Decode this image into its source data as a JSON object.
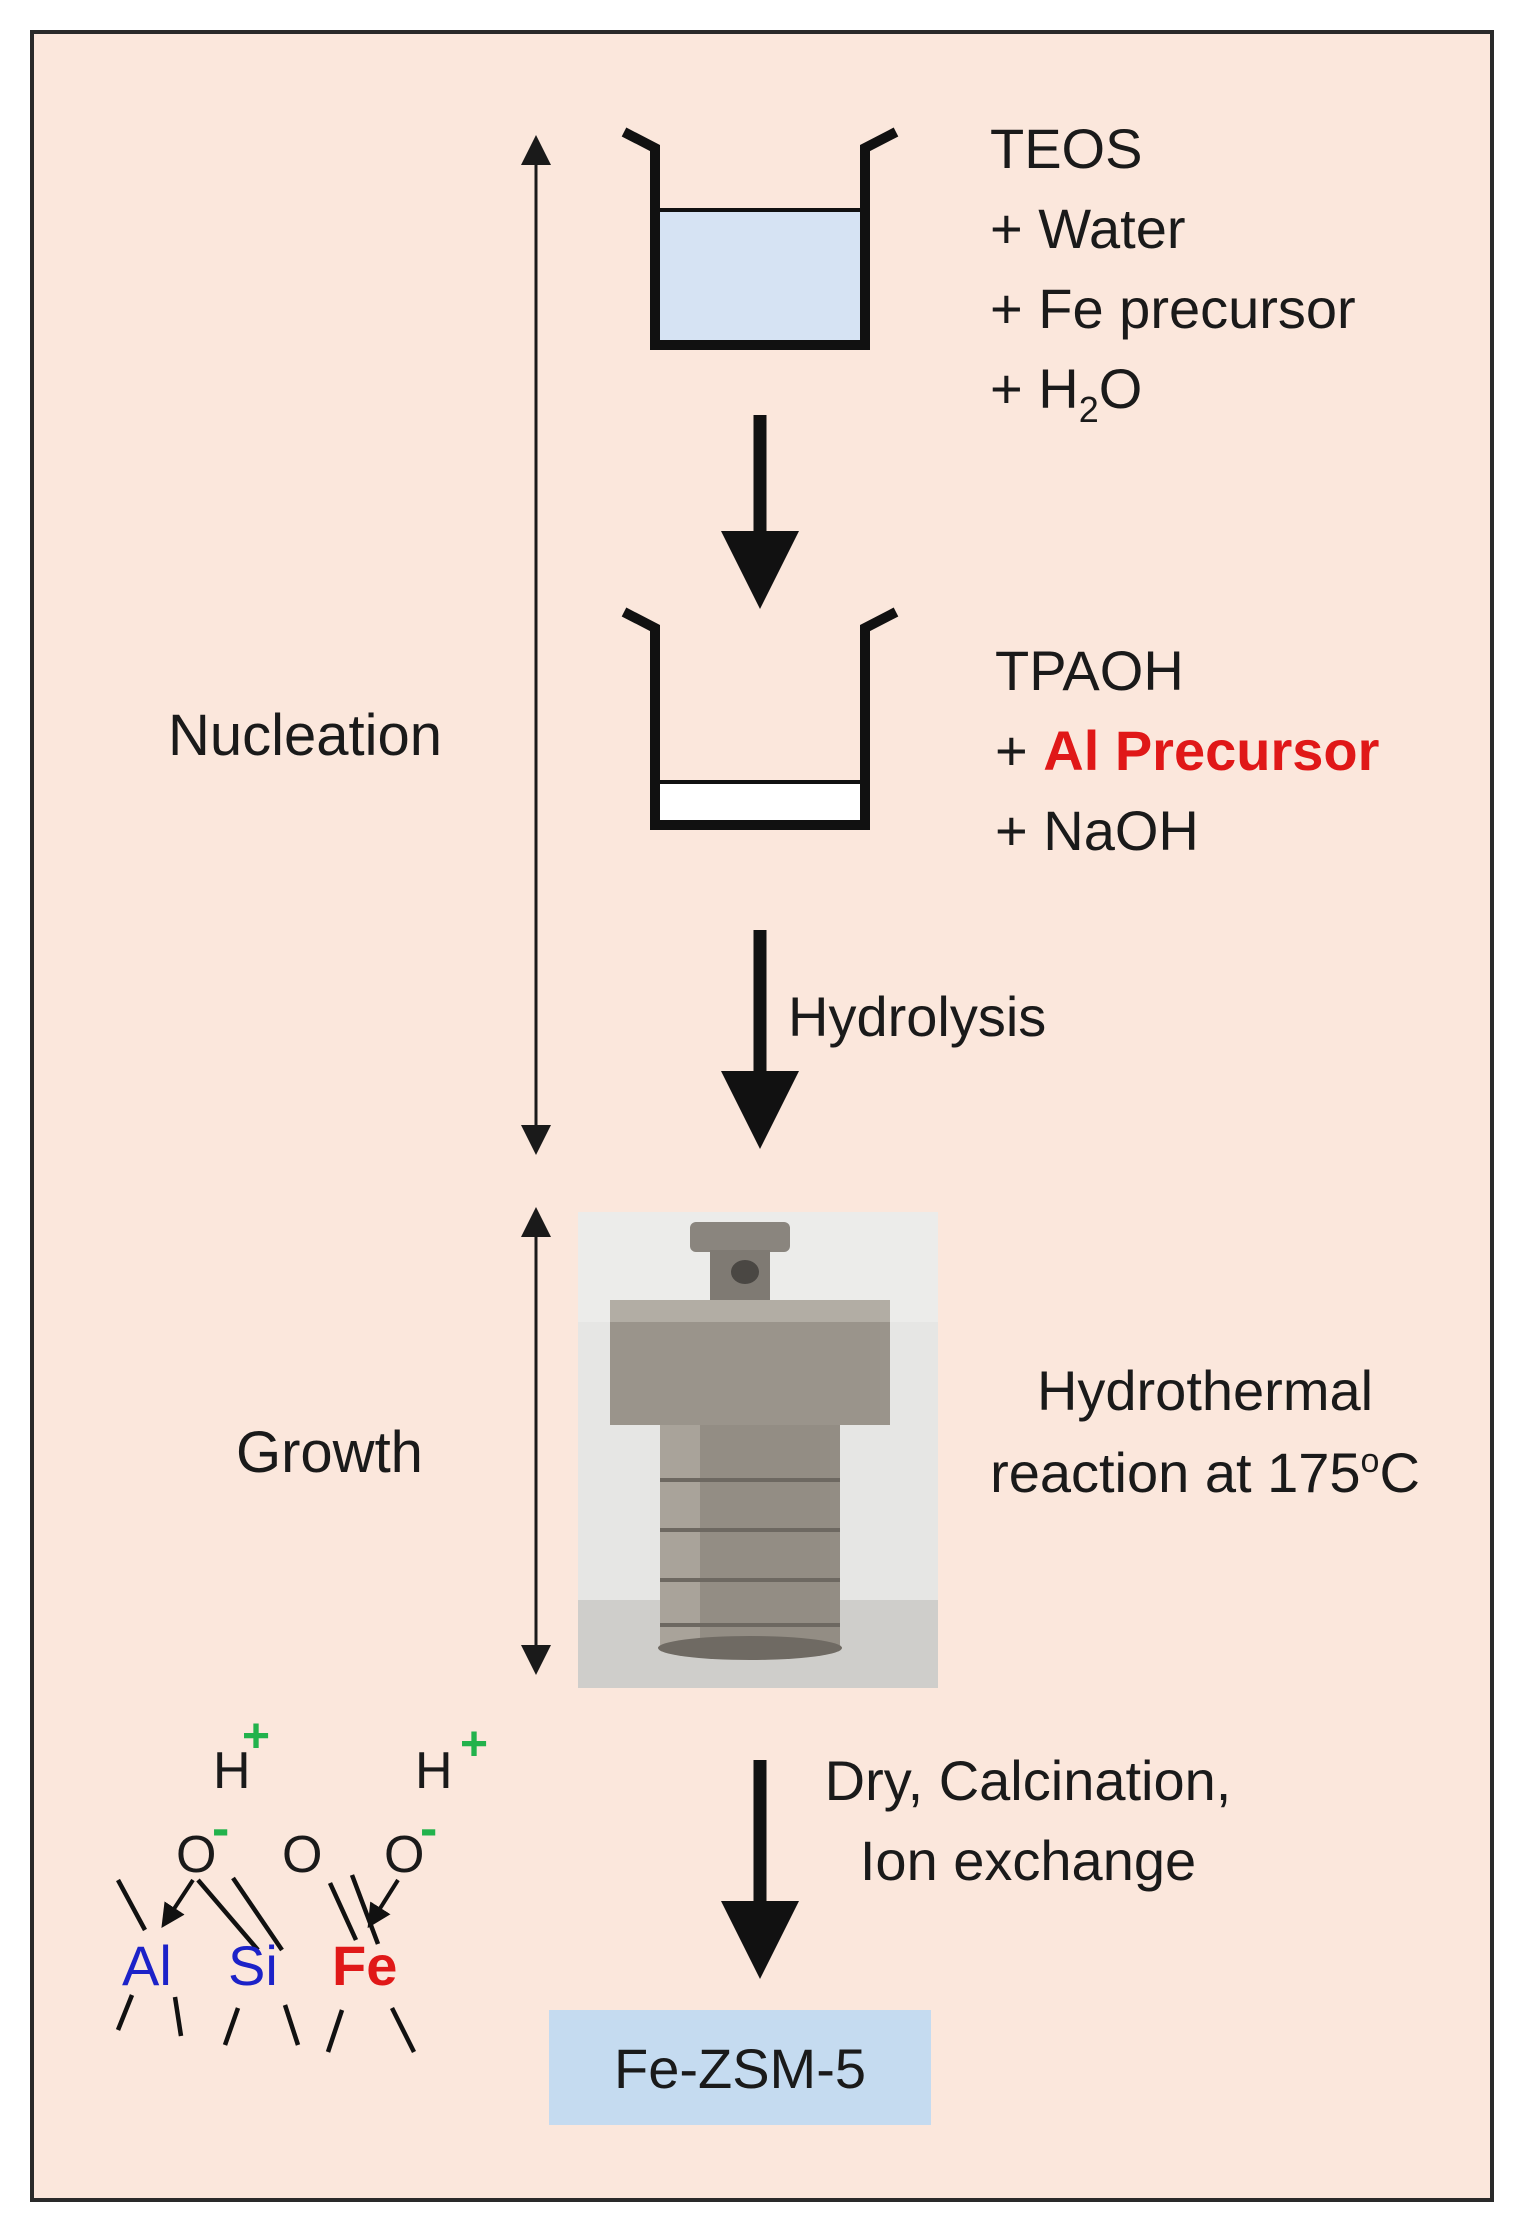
{
  "steps": {
    "reagents_1": [
      "TEOS",
      "+ Water",
      "+ Fe precursor",
      "+ H",
      "2",
      "O"
    ],
    "reagents_2": {
      "line1": "TPAOH",
      "line2_plus": "+ ",
      "line2_highlight": "Al Precursor",
      "line3": "+ NaOH"
    },
    "hydrolysis": "Hydrolysis",
    "hydrothermal": {
      "line1": "Hydrothermal",
      "line2_pre": "reaction at 175",
      "line2_sup": "o",
      "line2_post": "C"
    },
    "post_treatment": {
      "line1": "Dry, Calcination,",
      "line2": "Ion exchange"
    },
    "product": "Fe-ZSM-5"
  },
  "stages": {
    "nucleation": "Nucleation",
    "growth": "Growth"
  },
  "structure": {
    "h": "H",
    "plus": "+",
    "o": "O",
    "minus": "-",
    "al": "Al",
    "si": "Si",
    "fe": "Fe"
  },
  "colors": {
    "panel_bg": "#fbe7dc",
    "liquid": "#d6e3f3",
    "product_box": "#c5dbf0",
    "highlight_red": "#e01818",
    "atom_blue": "#1c22c8",
    "charge_green": "#22b24c"
  }
}
